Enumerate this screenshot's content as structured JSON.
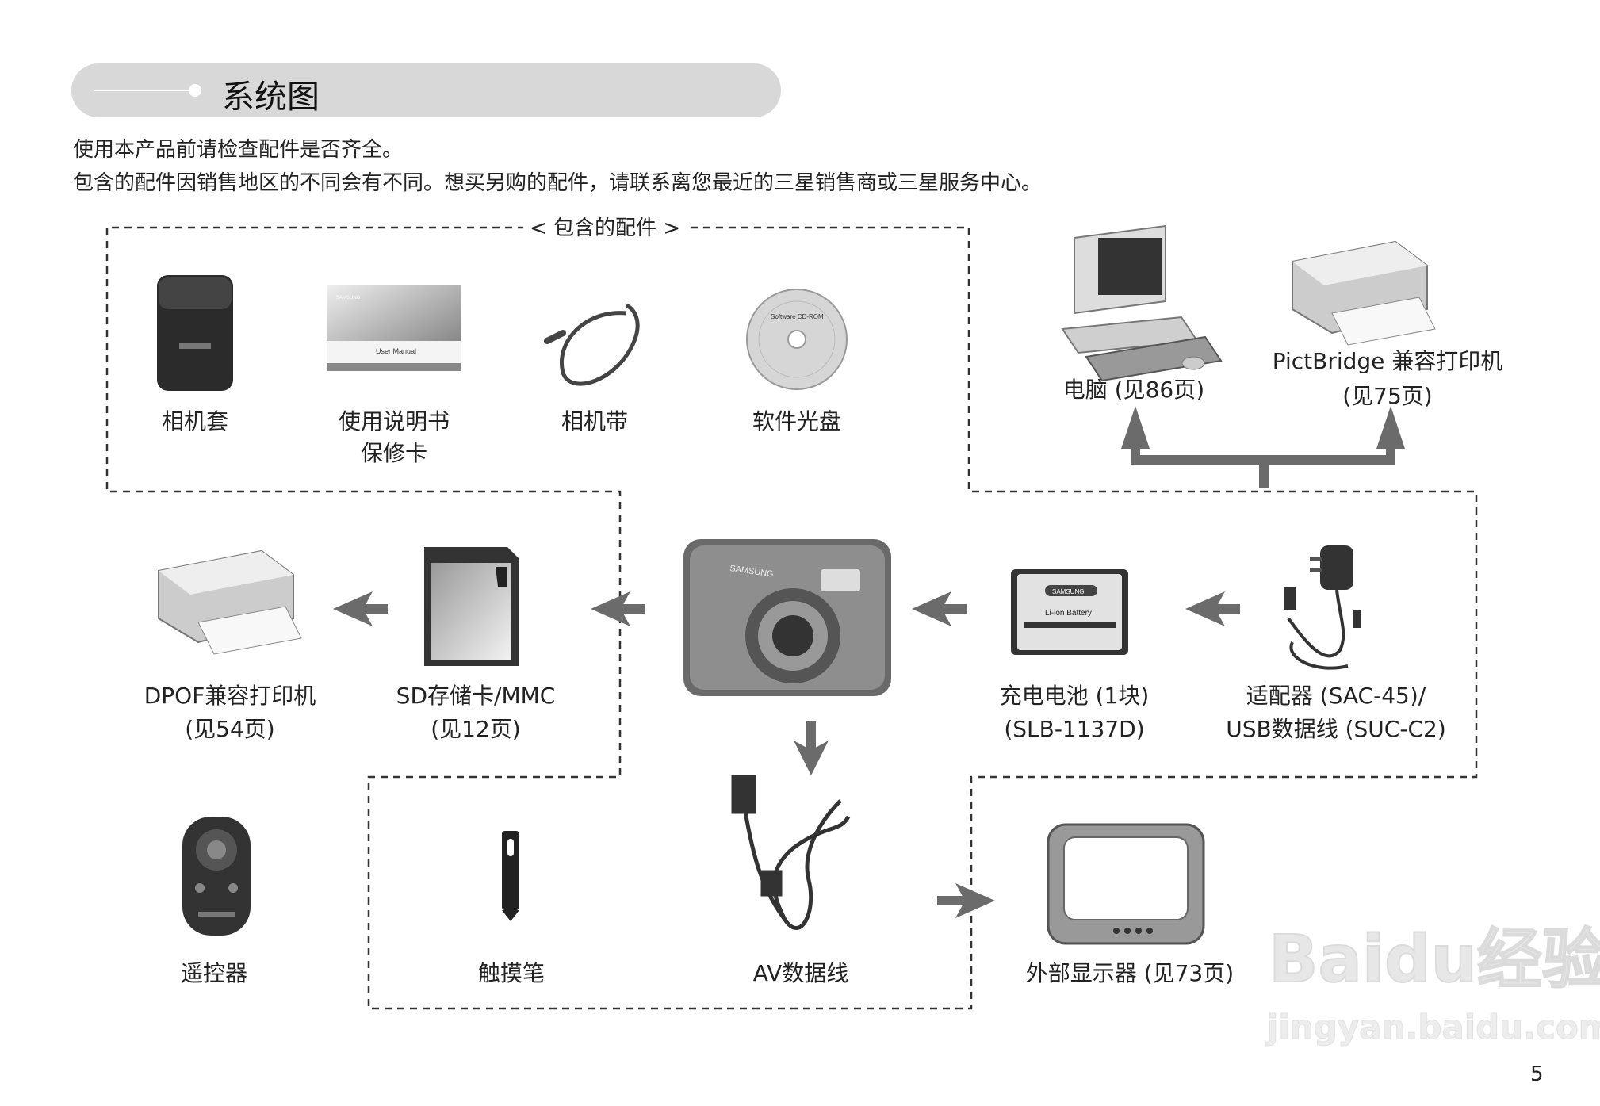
{
  "header": {
    "title": "系统图"
  },
  "intro": {
    "line1": "使用本产品前请检查配件是否齐全。",
    "line2": "包含的配件因销售地区的不同会有不同。想买另购的配件，请联系离您最近的三星销售商或三星服务中心。"
  },
  "included_box": {
    "label": "< 包含的配件 >"
  },
  "items": {
    "case": {
      "label": "相机套"
    },
    "manual": {
      "label1": "使用说明书",
      "label2": "保修卡",
      "image_text": "User Manual",
      "brand": "SAMSUNG"
    },
    "strap": {
      "label": "相机带"
    },
    "cd": {
      "label": "软件光盘",
      "image_text": "Software CD-ROM"
    },
    "computer": {
      "label": "电脑 (见86页)"
    },
    "pictbridge": {
      "label1": "PictBridge 兼容打印机",
      "label2": "(见75页)"
    },
    "dpof": {
      "label1": "DPOF兼容打印机",
      "label2": "(见54页)"
    },
    "sd": {
      "label1": "SD存储卡/MMC",
      "label2": "(见12页)"
    },
    "camera": {
      "brand": "SAMSUNG"
    },
    "battery": {
      "label1": "充电电池 (1块)",
      "label2": "(SLB-1137D)",
      "brand": "SAMSUNG",
      "image_text": "Li-ion Battery"
    },
    "adapter": {
      "label1": "适配器 (SAC-45)/",
      "label2": "USB数据线 (SUC-C2)"
    },
    "remote": {
      "label": "遥控器"
    },
    "stylus": {
      "label": "触摸笔"
    },
    "av": {
      "label": "AV数据线"
    },
    "tv": {
      "label": "外部显示器 (见73页)"
    }
  },
  "watermark": {
    "text1": "Baidu经验",
    "text2": "jingyan.baidu.com"
  },
  "page_number": "5",
  "colors": {
    "title_bar": "#d8d8d8",
    "arrow": "#6b6b6b",
    "dashed": "#333333"
  }
}
